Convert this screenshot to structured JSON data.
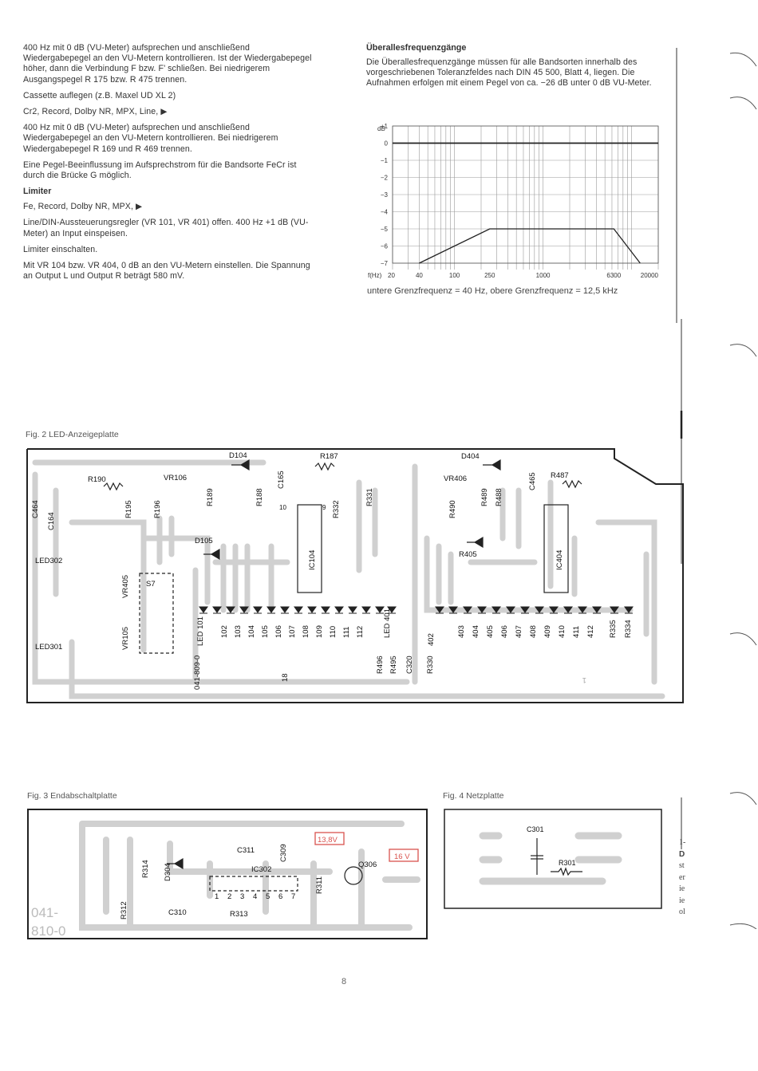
{
  "left_column": {
    "paragraphs": [
      "400 Hz mit 0 dB (VU-Meter) aufsprechen und anschließend Wiedergabepegel an den VU-Metern kontrollieren. Ist der Wiedergabepegel höher, dann die Verbindung F bzw. F’ schließen. Bei niedrigerem Ausgangspegel R 175 bzw. R 475 trennen.",
      "Cassette auflegen (z.B. Maxel UD XL 2)",
      "Cr2, Record, Dolby NR, MPX, Line, ▶",
      "400 Hz mit 0 dB (VU-Meter) aufsprechen und anschließend Wiedergabepegel an den VU-Metern kontrollieren. Bei niedrigerem Wiedergabepegel R 169 und R 469 trennen.",
      "Eine Pegel-Beeinflussung im Aufsprechstrom für die Bandsorte FeCr ist durch die Brücke G möglich."
    ],
    "limiter_heading": "Limiter",
    "limiter_paragraphs": [
      "Fe, Record, Dolby NR, MPX, ▶",
      "Line/DIN-Aussteuerungsregler (VR 101, VR 401) offen. 400 Hz +1 dB (VU-Meter) an Input einspeisen.",
      "Limiter einschalten.",
      "Mit VR 104 bzw. VR 404, 0 dB an den VU-Metern einstellen. Die Spannung an Output L und Output R beträgt 580 mV."
    ]
  },
  "right_column": {
    "heading": "Überallesfrequenzgänge",
    "paragraph": "Die Überallesfrequenzgänge müssen für alle Bandsorten innerhalb des vorgeschriebenen Toleranzfeldes nach DIN 45 500, Blatt 4, liegen. Die Aufnahmen erfolgen mit einem Pegel von ca. −26 dB unter 0 dB VU-Meter.",
    "chart_caption": "untere Grenzfrequenz = 40 Hz, obere Grenzfrequenz = 12,5 kHz"
  },
  "chart_data": {
    "type": "line",
    "xscale": "log",
    "xlim": [
      20,
      20000
    ],
    "ylim": [
      -7,
      1
    ],
    "ylabel": "dB",
    "xlabel": "f(Hz)",
    "y_ticks": [
      "+1",
      "0",
      "−1",
      "−2",
      "−3",
      "−4",
      "−5",
      "−6",
      "−7"
    ],
    "y_tick_values": [
      1,
      0,
      -1,
      -2,
      -3,
      -4,
      -5,
      -6,
      -7
    ],
    "x_ticks": [
      "20",
      "40",
      "100",
      "250",
      "1000",
      "6300",
      "20000"
    ],
    "x_tick_values": [
      20,
      40,
      100,
      250,
      1000,
      6300,
      20000
    ],
    "grid": true,
    "series": [
      {
        "values": [
          {
            "x": 20,
            "y": 0
          },
          {
            "x": 20000,
            "y": 0
          }
        ]
      },
      {
        "values": [
          {
            "x": 40,
            "y": -7
          },
          {
            "x": 250,
            "y": -5
          },
          {
            "x": 6300,
            "y": -5
          },
          {
            "x": 12500,
            "y": -7
          }
        ]
      }
    ]
  },
  "fig2": {
    "caption": "Fig. 2  LED-Anzeigeplatte",
    "labels": [
      "D104",
      "R187",
      "D404",
      "C465",
      "R487",
      "R190",
      "VR106",
      "C165",
      "VR406",
      "C464",
      "C164",
      "R195",
      "R196",
      "R189",
      "R188",
      "R332",
      "R331",
      "R490",
      "R489",
      "R488",
      "LED302",
      "D105",
      "IC104",
      "R405",
      "IC404",
      "S7",
      "VR405",
      "LED301",
      "VR105",
      "LED 101",
      "102",
      "103",
      "104",
      "105",
      "106",
      "107",
      "108",
      "109",
      "110",
      "111",
      "112",
      "LED 401",
      "402",
      "403",
      "404",
      "405",
      "406",
      "407",
      "408",
      "409",
      "410",
      "411",
      "412",
      "R335",
      "R334",
      "R496",
      "R495",
      "C320",
      "R330",
      "041-809-0",
      "18",
      "1",
      "10",
      "9"
    ]
  },
  "fig3": {
    "caption": "Fig. 3  Endabschaltplatte",
    "labels": [
      "C311",
      "C309",
      "13,8V",
      "16 V",
      "Q306",
      "R314",
      "D304",
      "IC302",
      "R311",
      "1",
      "2",
      "3",
      "4",
      "5",
      "6",
      "7",
      "R312",
      "C310",
      "R313",
      "041-",
      "810-0"
    ]
  },
  "fig4": {
    "caption": "Fig. 4  Netzplatte",
    "labels": [
      "C301",
      "R301"
    ]
  },
  "sidebar_fragments": [
    "1-",
    "D",
    "st",
    "er",
    "ie",
    "ie",
    "ol"
  ],
  "page_number": "8",
  "colors": {
    "text": "#333333",
    "trace": "#cfcfcf",
    "ink": "#222222",
    "highlight": "#d9534f"
  }
}
